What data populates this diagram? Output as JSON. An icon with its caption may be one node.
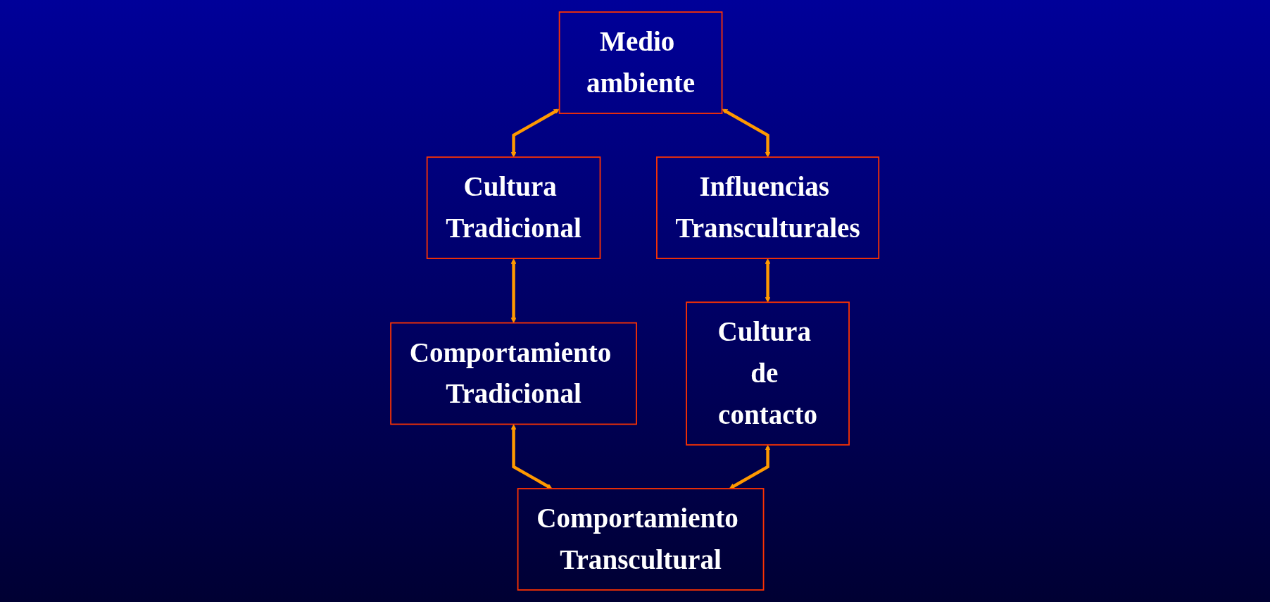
{
  "diagram": {
    "nodes": [
      {
        "text": [
          "Cultura Tradicional"
        ]
      },
      {
        "text": [
          "Medio ambiente"
        ]
      },
      {
        "text": [
          "Comportamiento Tradicional"
        ]
      },
      {
        "text": [
          "Influencias Transculturales"
        ]
      },
      {
        "text": [
          "Comportamiento Transcultural"
        ]
      },
      {
        "text": [
          "Cultura de contacto"
        ]
      }
    ],
    "edges": [
      {
        "from": 1,
        "to": 0,
        "arrow": "both"
      },
      {
        "from": 0,
        "to": 2,
        "arrow": "both"
      },
      {
        "from": 1,
        "to": 3,
        "arrow": "both"
      },
      {
        "from": 2,
        "to": 4,
        "arrow": "both"
      },
      {
        "from": 3,
        "to": 5,
        "arrow": "both"
      },
      {
        "from": 5,
        "to": 4,
        "arrow": "both"
      }
    ]
  }
}
